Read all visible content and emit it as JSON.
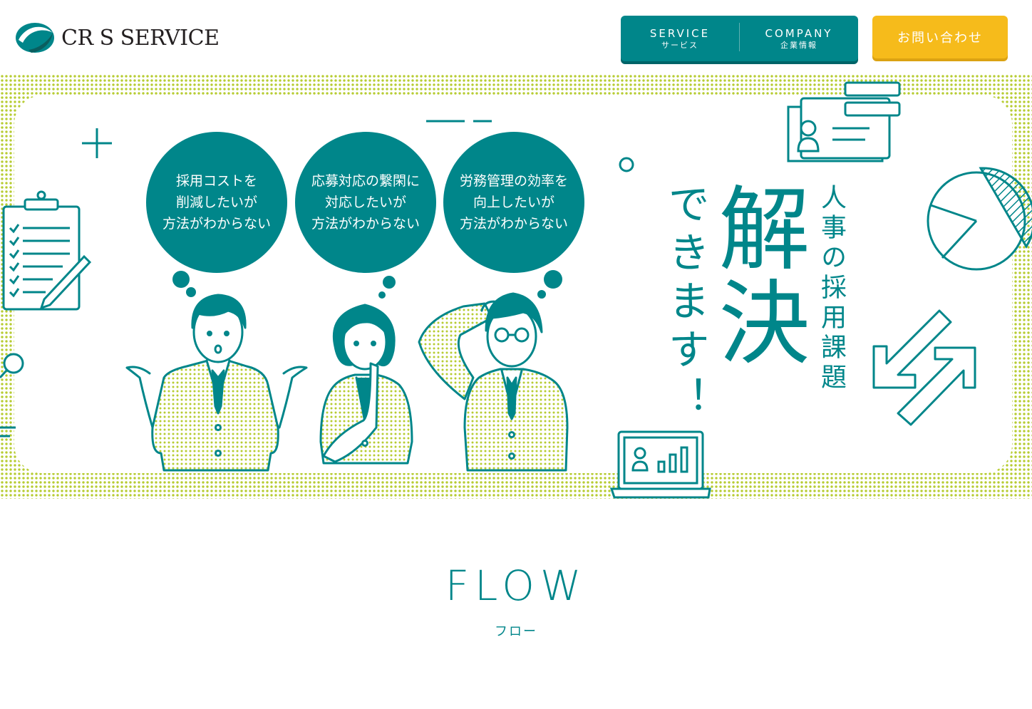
{
  "header": {
    "logo_text": "CR S SERVICE",
    "nav": [
      {
        "en": "SERVICE",
        "ja": "サービス"
      },
      {
        "en": "COMPANY",
        "ja": "企業情報"
      }
    ],
    "contact_label": "お問い合わせ"
  },
  "hero": {
    "bubbles": [
      "採用コストを\n削減したいが\n方法がわからない",
      "応募対応の繋閑に\n対応したいが\n方法がわからない",
      "労務管理の効率を\n向上したいが\n方法がわからない"
    ],
    "title_small": "人事の採用課題",
    "title_big": "解決",
    "title_end": "できます！"
  },
  "section": {
    "title": "FLOW",
    "subtitle": "フロー"
  },
  "colors": {
    "teal": "#00868a",
    "yellow": "#f6bb1b",
    "lime_dots": "#b7cc32"
  }
}
